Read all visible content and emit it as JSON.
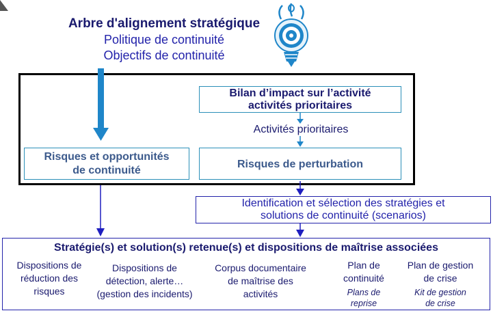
{
  "header": {
    "title": "Arbre d'alignement stratégique",
    "line2": "Politique de continuité",
    "line3": "Objectifs de continuité"
  },
  "impact_box": {
    "line1": "Bilan d’impact sur l’activité",
    "line2": "activités prioritaires"
  },
  "mid_label": "Activités prioritaires",
  "risks_box": {
    "line1": "Risques et opportunités",
    "line2": "de continuité"
  },
  "perturbation_box": "Risques de perturbation",
  "identification_box": {
    "line1": "Identification et sélection des stratégies et",
    "line2": "solutions de continuité (scenarios)"
  },
  "bottom": {
    "title": "Stratégie(s) et solution(s) retenue(s) et dispositions de maîtrise associées",
    "cols": [
      {
        "lines": [
          "Dispositions de",
          "réduction des",
          "risques"
        ]
      },
      {
        "lines": [
          "Dispositions de",
          "détection, alerte…",
          "(gestion des incidents)"
        ]
      },
      {
        "lines": [
          "Corpus documentaire",
          "de maîtrise des",
          "activités"
        ]
      },
      {
        "lines": [
          "Plan de",
          "continuité"
        ],
        "sub": [
          "Plans de",
          "reprise"
        ]
      },
      {
        "lines": [
          "Plan de gestion",
          "de crise"
        ],
        "sub": [
          "Kit de gestion",
          "de crise"
        ]
      }
    ]
  },
  "colors": {
    "accent_blue": "#1f86c9",
    "box_border": "#2a8fb8",
    "navy": "#1a1a6e",
    "bottom_border": "#2222aa"
  }
}
